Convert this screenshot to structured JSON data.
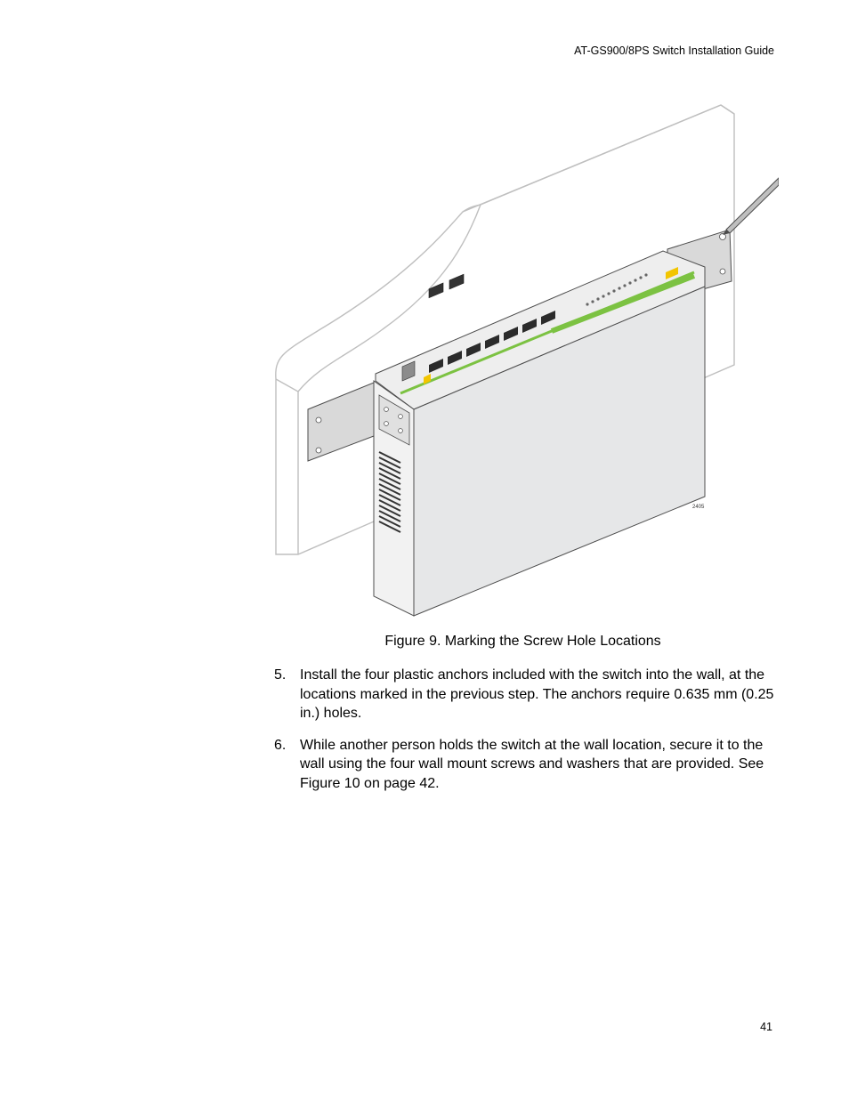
{
  "header": {
    "title": "AT-GS900/8PS Switch Installation Guide"
  },
  "figure": {
    "caption": "Figure 9. Marking the Screw Hole Locations",
    "art_id": "2405",
    "icon": "switch-wall-mount-illustration"
  },
  "steps": [
    {
      "number": "5.",
      "text": "Install the four plastic anchors included with the switch into the wall, at the locations marked in the previous step. The anchors require 0.635 mm (0.25 in.) holes."
    },
    {
      "number": "6.",
      "text": "While another person holds the switch at the wall location, secure it to the wall using the four wall mount screws and washers that are provided. See Figure 10 on page 42."
    }
  ],
  "footer": {
    "page_number": "41"
  },
  "colors": {
    "accent_green": "#7cc242",
    "device_gray": "#e6e7e8",
    "outline": "#4d4d4d"
  }
}
